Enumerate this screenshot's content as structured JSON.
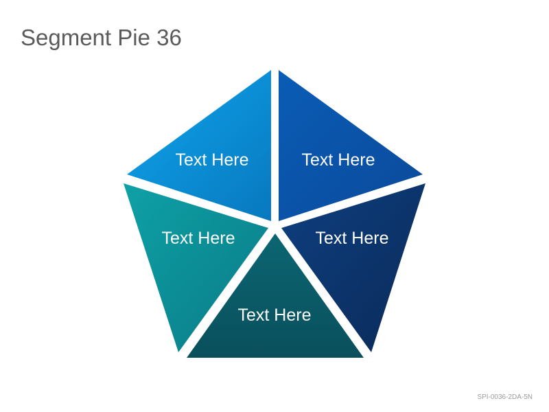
{
  "page": {
    "title": "Segment Pie 36",
    "footer_code": "SPI-0036-2DA-5N"
  },
  "diagram": {
    "segments": [
      {
        "label": "Text Here",
        "color_light": "#0ea5ec",
        "color_dark": "#0878bf"
      },
      {
        "label": "Text Here",
        "color_light": "#0a5cb6",
        "color_dark": "#0b4a9a"
      },
      {
        "label": "Text Here",
        "color_light": "#0e3f80",
        "color_dark": "#0a2a58"
      },
      {
        "label": "Text Here",
        "color_light": "#0b6672",
        "color_dark": "#0a4f5c"
      },
      {
        "label": "Text Here",
        "color_light": "#0ea1a6",
        "color_dark": "#0a7a86"
      }
    ]
  }
}
